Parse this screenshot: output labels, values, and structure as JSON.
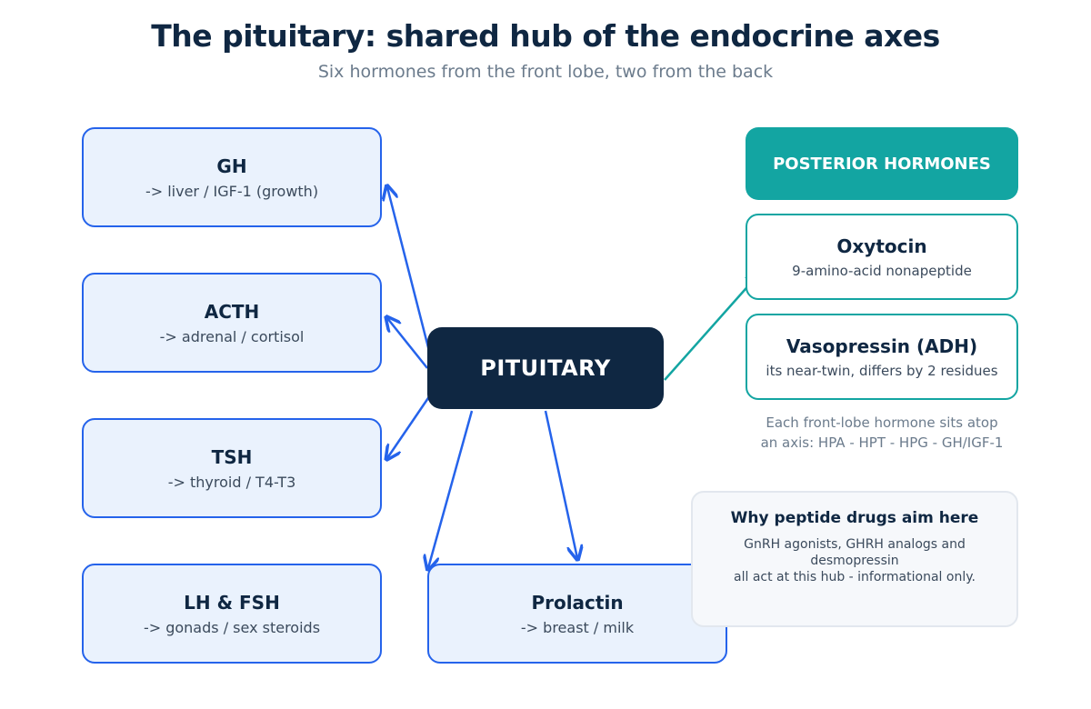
{
  "header": {
    "title": "The pituitary: shared hub of the endocrine axes",
    "subtitle": "Six hormones from the front lobe, two from the back"
  },
  "hub": {
    "label": "PITUITARY"
  },
  "anterior": [
    {
      "name": "GH",
      "target": "-> liver / IGF-1 (growth)"
    },
    {
      "name": "ACTH",
      "target": "-> adrenal / cortisol"
    },
    {
      "name": "TSH",
      "target": "-> thyroid / T4-T3"
    },
    {
      "name": "LH & FSH",
      "target": "-> gonads / sex steroids"
    },
    {
      "name": "Prolactin",
      "target": "-> breast / milk"
    }
  ],
  "posterior": {
    "header": "POSTERIOR HORMONES",
    "items": [
      {
        "name": "Oxytocin",
        "desc": "9-amino-acid nonapeptide"
      },
      {
        "name": "Vasopressin (ADH)",
        "desc": "its near-twin, differs by 2 residues"
      }
    ]
  },
  "caption": {
    "line1": "Each front-lobe hormone sits atop",
    "line2": "an axis: HPA - HPT - HPG - GH/IGF-1"
  },
  "note": {
    "title": "Why peptide drugs aim here",
    "line1": "GnRH agonists, GHRH analogs and desmopressin",
    "line2": "all act at this hub - informational only."
  },
  "colors": {
    "anterior": "#2563eb",
    "posterior": "#13a5a2",
    "hub": "#0f2742"
  }
}
